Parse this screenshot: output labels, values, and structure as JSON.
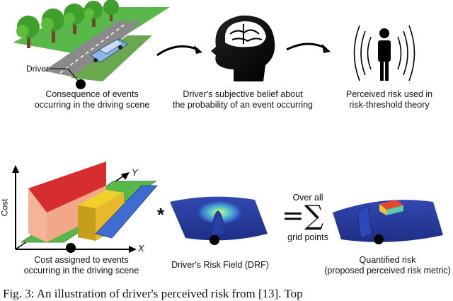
{
  "top_row": {
    "driver_label": "Driver",
    "caption_scene": [
      "Consequence of events",
      "occurring in the driving scene"
    ],
    "caption_belief": [
      "Driver's subjective belief about",
      "the probability of an event occurring"
    ],
    "caption_perceived": [
      "Perceived risk used in",
      "risk-threshold theory"
    ]
  },
  "bottom_row": {
    "axis_y": "Y",
    "axis_x": "X",
    "axis_cost": "Cost",
    "caption_cost": [
      "Cost assigned to events",
      "occurring in the driving scene"
    ],
    "multiply_sign": "*",
    "caption_drf": "Driver's Risk Field (DRF)",
    "sum_label_top": "Over all",
    "sum_label_bottom": "grid points",
    "sum_symbol": "=∑",
    "caption_quantified": [
      "Quantified risk",
      "(proposed perceived risk metric)"
    ]
  },
  "figure_caption": "Fig. 3: An illustration of driver's perceived risk from [13]. Top"
}
